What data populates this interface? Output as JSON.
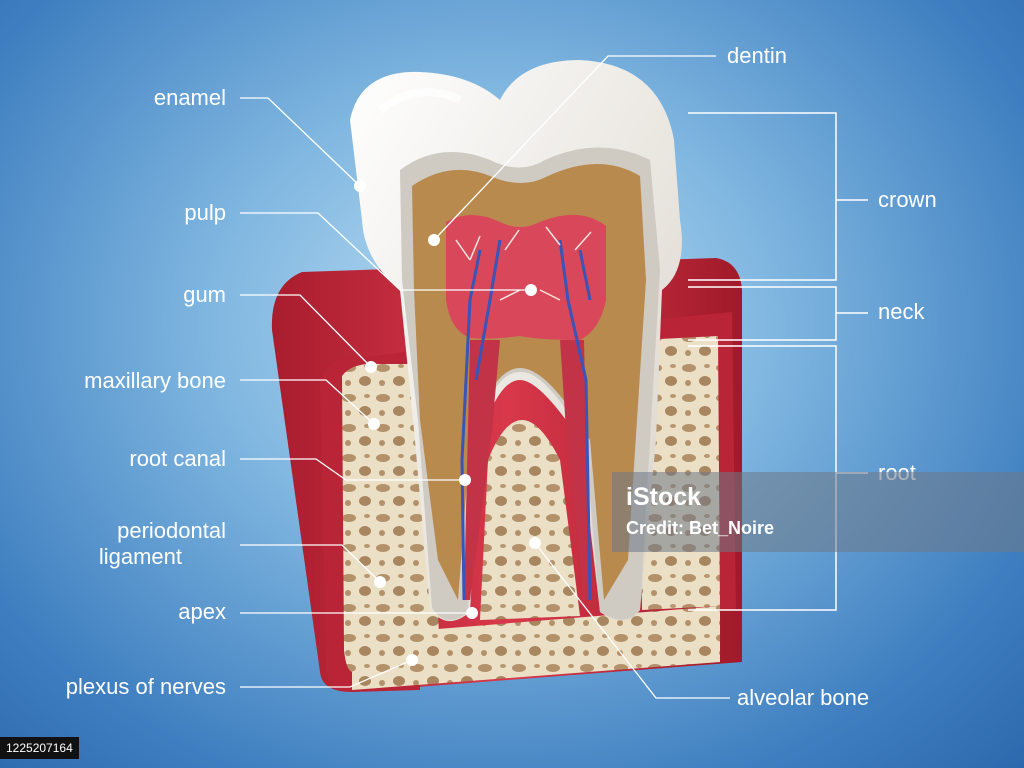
{
  "labels": {
    "enamel": "enamel",
    "pulp": "pulp",
    "gum": "gum",
    "maxillary_bone": "maxillary bone",
    "root_canal": "root canal",
    "periodontal_ligament_1": "periodontal",
    "periodontal_ligament_2": "ligament",
    "apex": "apex",
    "plexus_of_nerves": "plexus of nerves",
    "dentin": "dentin",
    "crown": "crown",
    "neck": "neck",
    "root": "root",
    "alveolar_bone": "alveolar bone"
  },
  "watermark": {
    "logo": "iStock",
    "credit": "Credit: Bet_Noire"
  },
  "image_id": "1225207164",
  "colors": {
    "background": "#5d9bd3",
    "gum": "#c9283a",
    "bone": "#e9dcc0",
    "dentin": "#b98a4e",
    "enamel": "#f4efe6",
    "pulp": "#d9475a"
  }
}
